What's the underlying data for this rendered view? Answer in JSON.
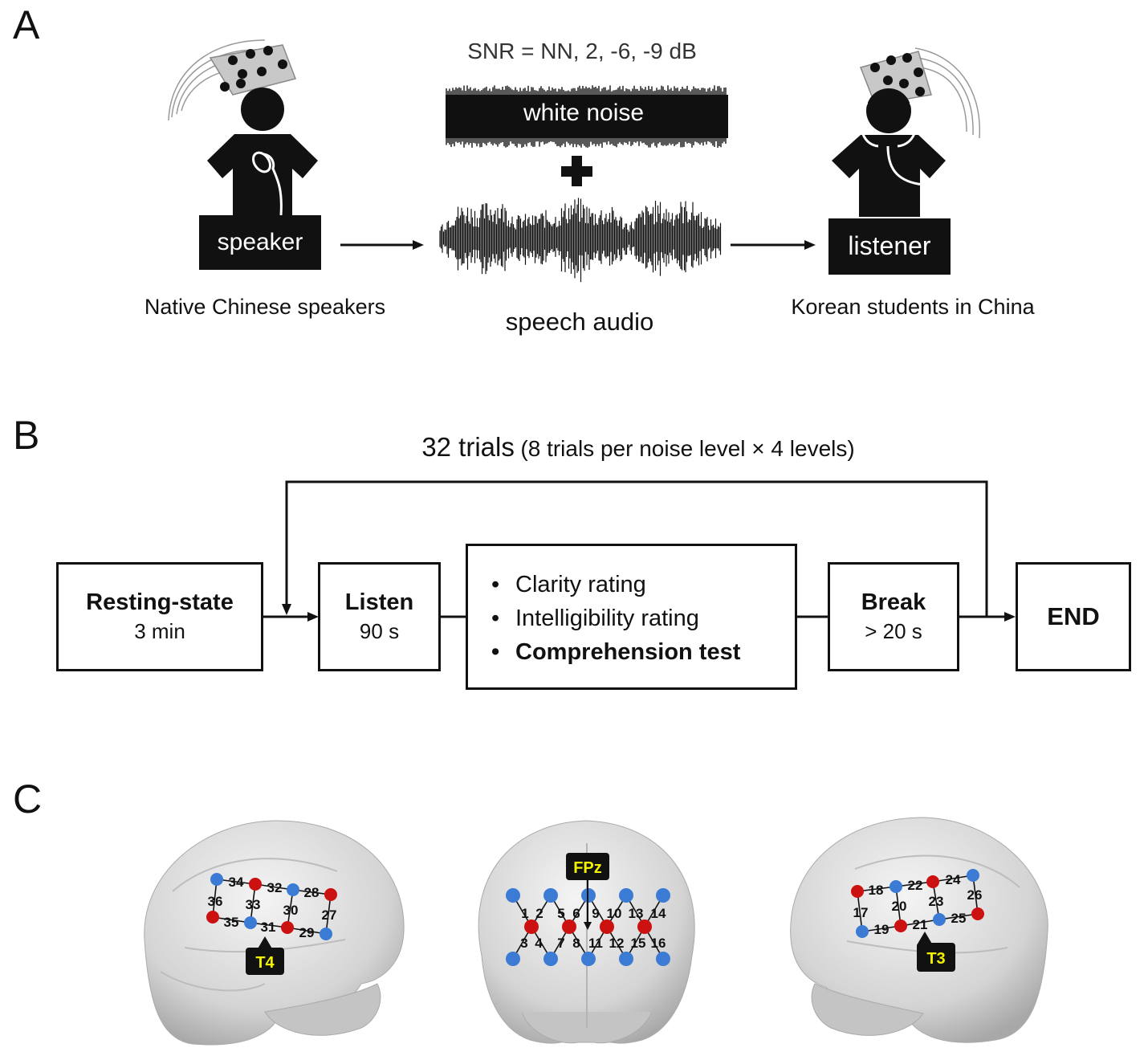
{
  "panels": {
    "a": "A",
    "b": "B",
    "c": "C"
  },
  "panel_a": {
    "snr": "SNR = NN, 2, -6, -9 dB",
    "noise_label": "white noise",
    "plus": "+",
    "speaker_label": "speaker",
    "listener_label": "listener",
    "speaker_caption": "Native Chinese speakers",
    "audio_caption": "speech audio",
    "listener_caption": "Korean students in China"
  },
  "panel_b": {
    "title_main": "32 trials",
    "title_paren": "(8 trials per noise level × 4 levels)",
    "boxes": [
      {
        "title": "Resting-state",
        "sub": "3 min"
      },
      {
        "title": "Listen",
        "sub": "90 s"
      },
      {
        "title": "Break",
        "sub": "> 20 s"
      },
      {
        "title": "END",
        "sub": ""
      }
    ],
    "tasks": [
      "Clarity rating",
      "Intelligibility rating",
      "Comprehension test"
    ]
  },
  "panel_c": {
    "labels": {
      "right": "T4",
      "front": "FPz",
      "left": "T3"
    },
    "colors": {
      "red": "#cc1111",
      "blue": "#3b7bd4",
      "tag_text": "#f2f200"
    },
    "right_channels": [
      "34",
      "32",
      "28",
      "36",
      "33",
      "30",
      "27",
      "35",
      "31",
      "29"
    ],
    "front_top": [
      "1",
      "2",
      "5",
      "6",
      "9",
      "10",
      "13",
      "14"
    ],
    "front_bottom": [
      "3",
      "4",
      "7",
      "8",
      "11",
      "12",
      "15",
      "16"
    ],
    "left_channels": [
      "18",
      "22",
      "24",
      "26",
      "17",
      "20",
      "23",
      "19",
      "21",
      "25"
    ]
  }
}
